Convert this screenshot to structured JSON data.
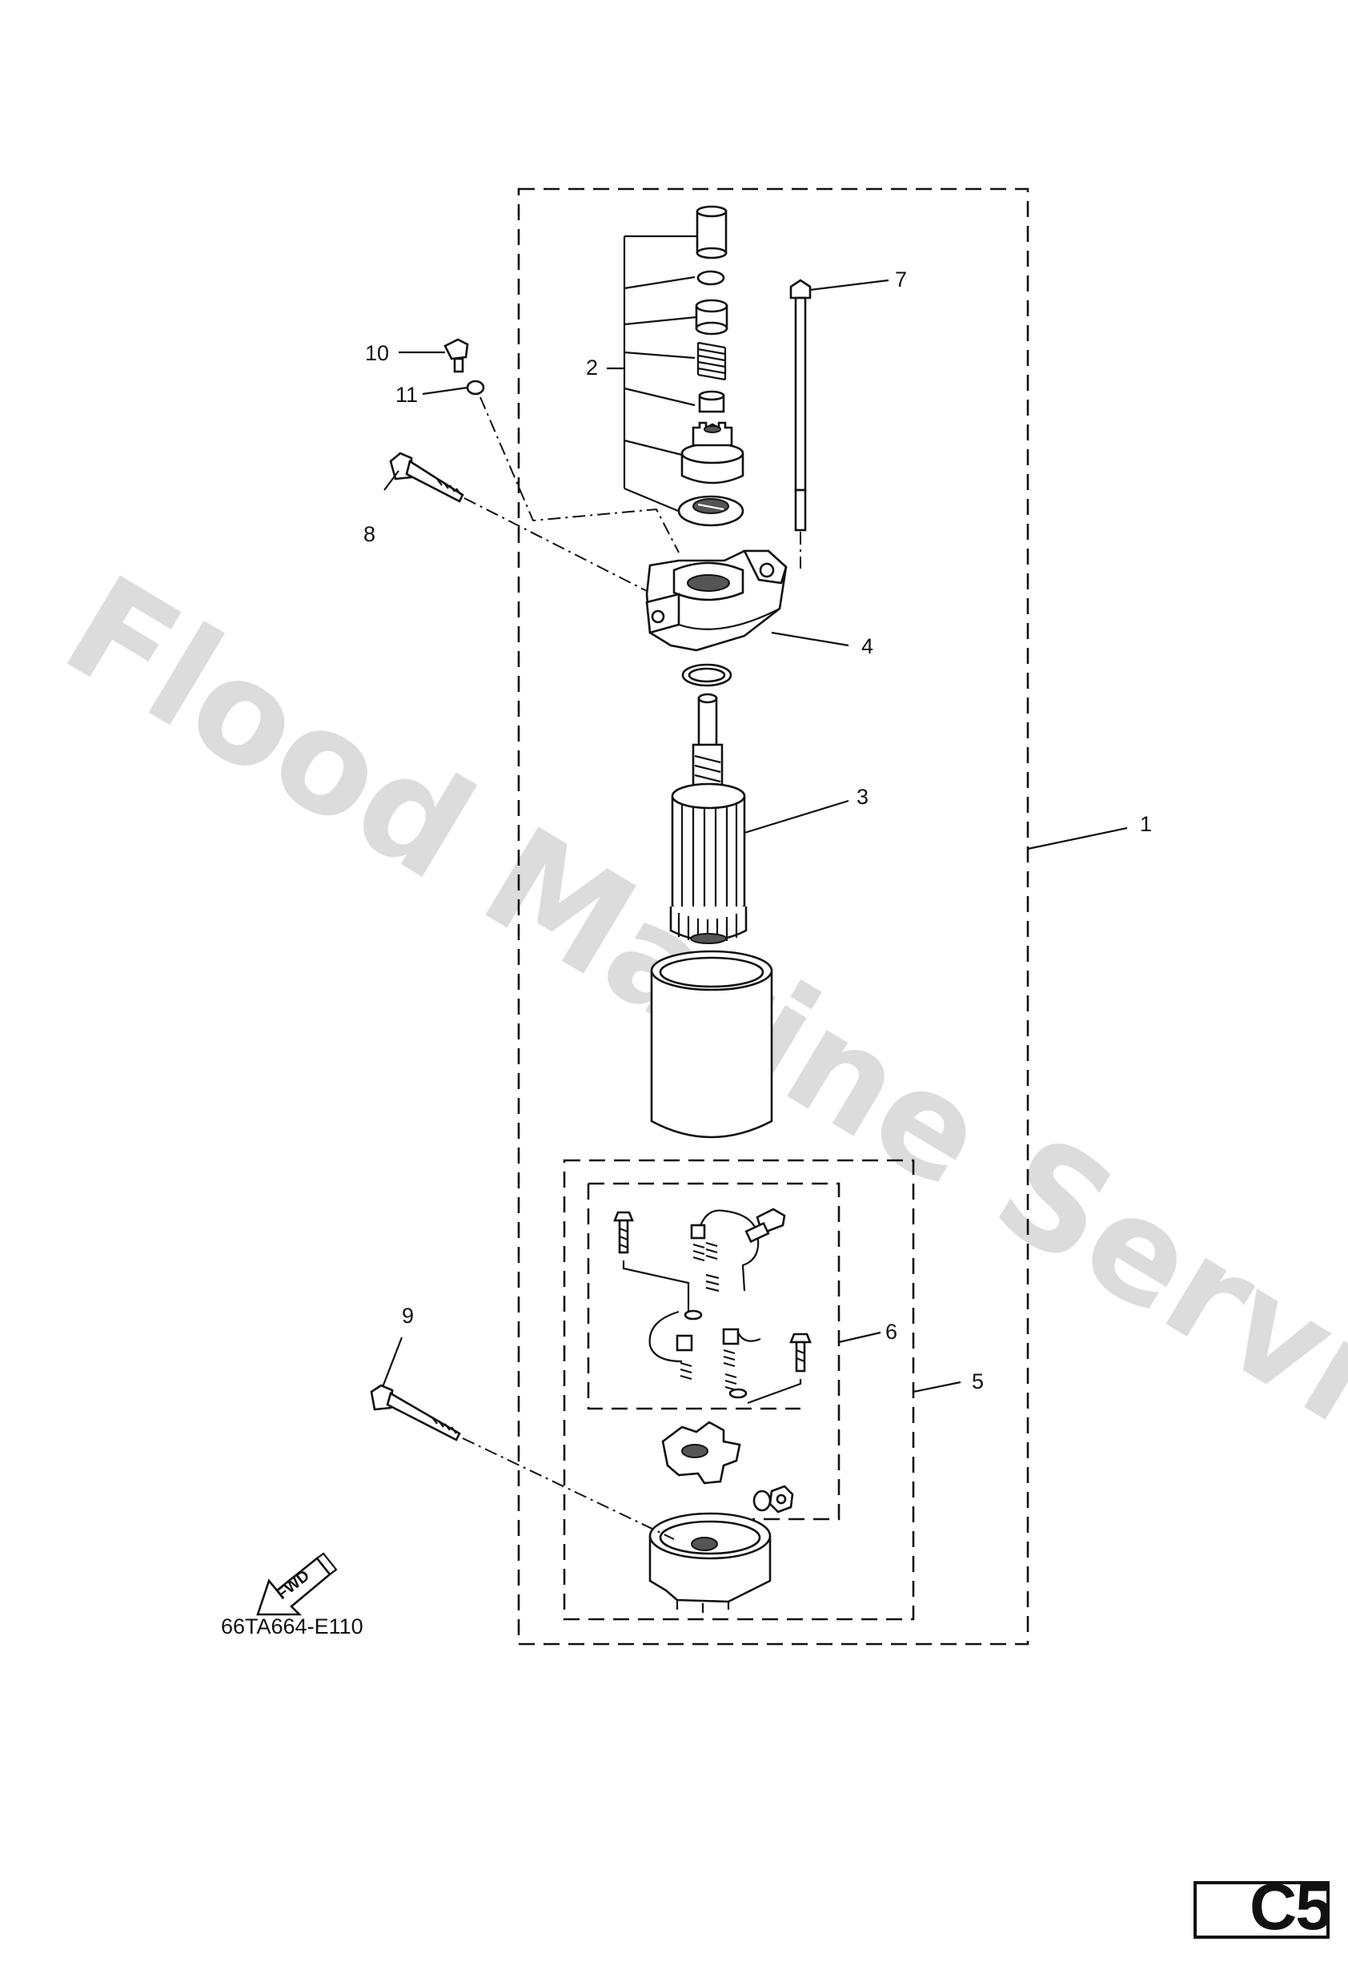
{
  "diagram": {
    "drawing_code": "66TA664-E110",
    "watermark": "Flood Marine Services",
    "fwd_label": "FWD",
    "page_code": "C5",
    "callouts": [
      {
        "id": "1",
        "label": "1"
      },
      {
        "id": "2",
        "label": "2"
      },
      {
        "id": "3",
        "label": "3"
      },
      {
        "id": "4",
        "label": "4"
      },
      {
        "id": "5",
        "label": "5"
      },
      {
        "id": "6",
        "label": "6"
      },
      {
        "id": "7",
        "label": "7"
      },
      {
        "id": "8",
        "label": "8"
      },
      {
        "id": "9",
        "label": "9"
      },
      {
        "id": "10",
        "label": "10"
      },
      {
        "id": "11",
        "label": "11"
      }
    ]
  }
}
